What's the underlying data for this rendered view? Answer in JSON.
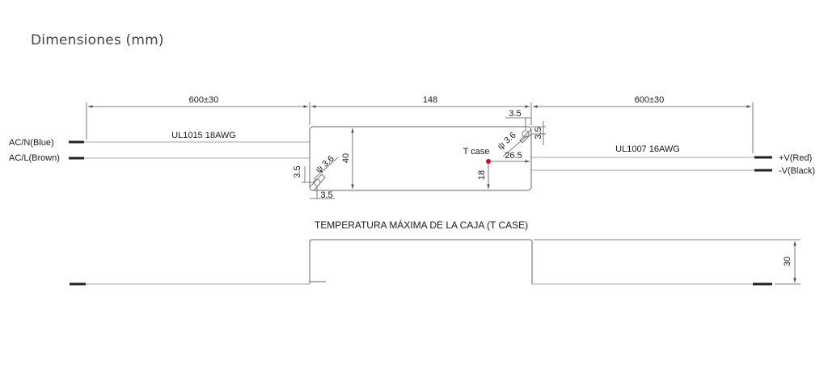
{
  "heading": "Dimensiones (mm)",
  "top_view": {
    "dim_left_wire": "600±30",
    "dim_body_length": "148",
    "dim_right_wire": "600±30",
    "dim_body_height": "40",
    "dim_hole_offset_top_left": "3.5",
    "dim_hole_offset_side_left": "3.5",
    "hole_label_left": "ψ 3.6",
    "dim_hole_offset_top_right": "3.5",
    "dim_hole_offset_side_right": "3.5",
    "hole_label_right": "ψ 3.6",
    "tcase_label": "T case",
    "dim_tcase_x": "26.5",
    "dim_tcase_y": "18",
    "wire_left_spec": "UL1015 18AWG",
    "wire_right_spec": "UL1007 16AWG",
    "wire_left_top": "AC/N(Blue)",
    "wire_left_bottom": "AC/L(Brown)",
    "wire_right_top": "+V(Red)",
    "wire_right_bottom": "-V(Black)"
  },
  "side_view": {
    "caption": "TEMPERATURA MÁXIMA DE LA CAJA (T CASE)",
    "dim_height": "30"
  },
  "colors": {
    "tcase_marker": "#e0001b"
  }
}
